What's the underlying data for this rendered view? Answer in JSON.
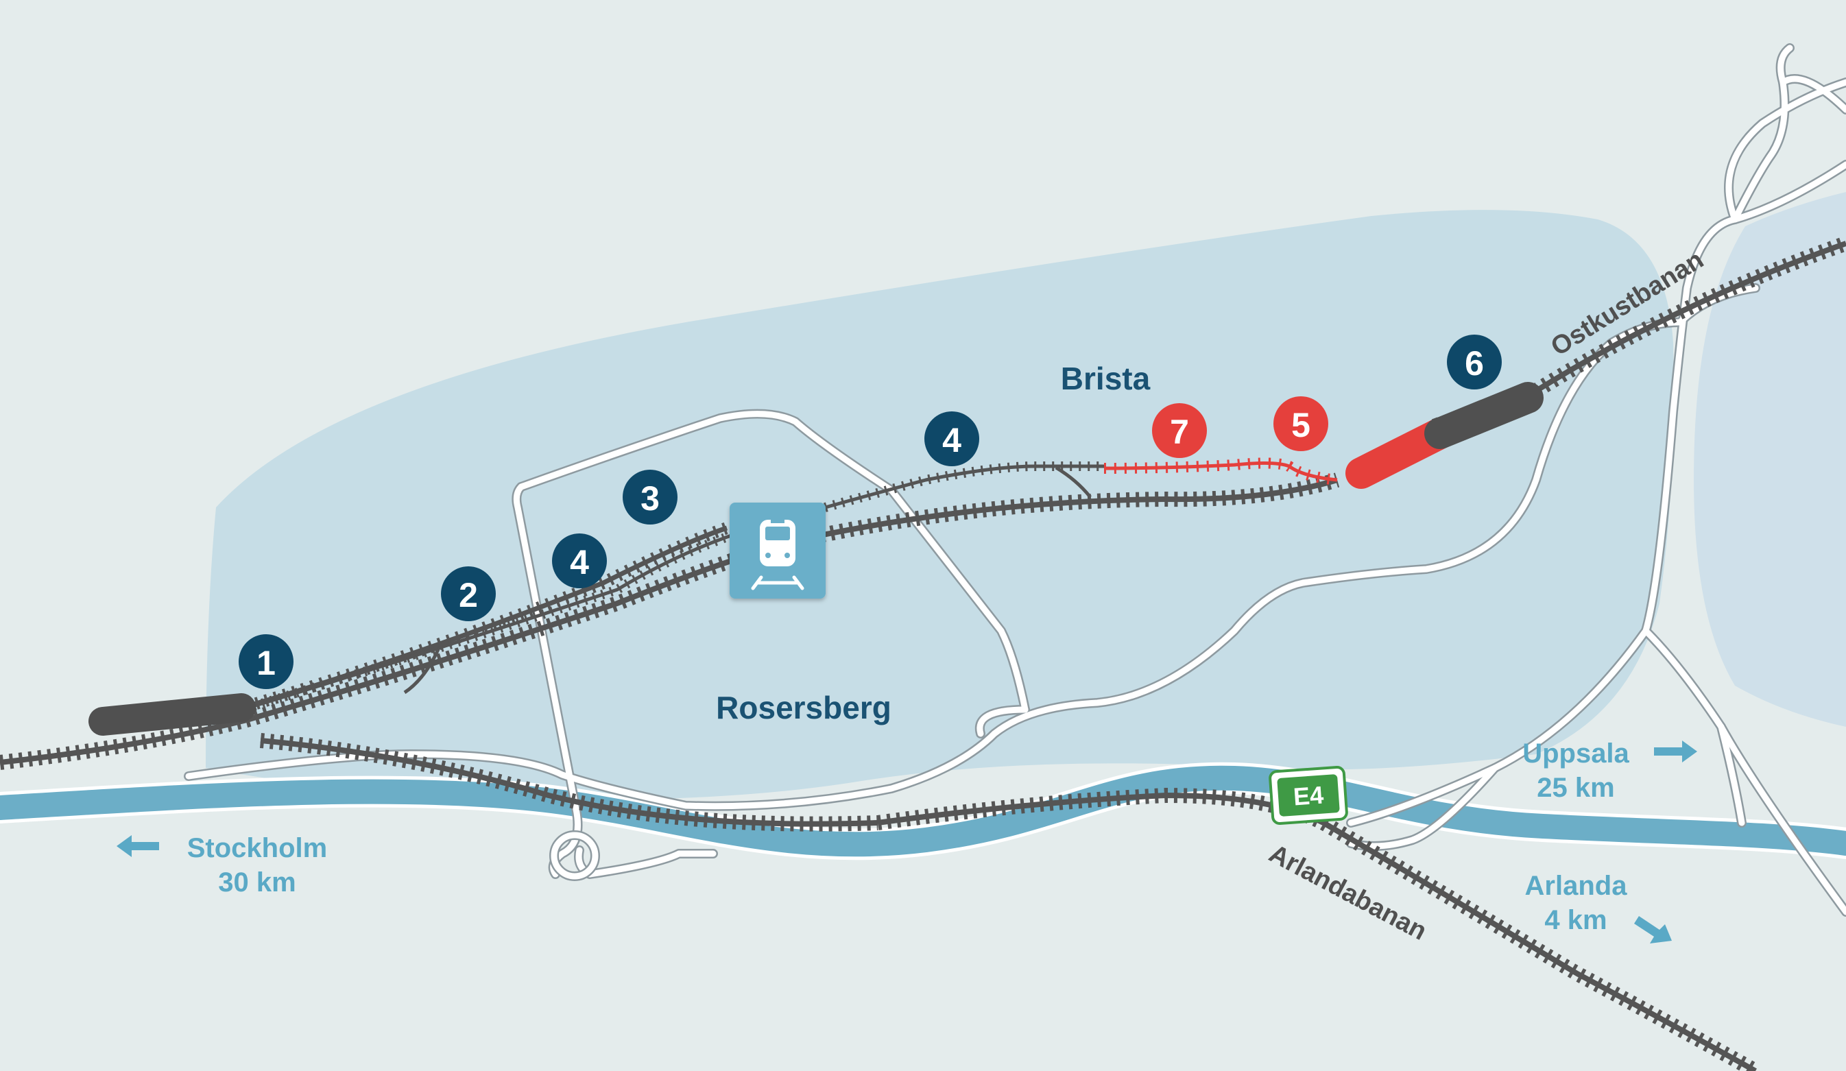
{
  "colors": {
    "background": "#e4ecec",
    "area": "#c6dde6",
    "river": "#6caec7",
    "rail": "#555555",
    "road": "#ffffff",
    "marker_blue": "#0e4868",
    "marker_red": "#e5403c",
    "station": "#6aafc9",
    "e4_green": "#3f9a45",
    "label_dark": "#1a5273",
    "label_light": "#5aa9c6"
  },
  "places": {
    "brista": "Brista",
    "rosersberg": "Rosersberg"
  },
  "destinations": {
    "stockholm_name": "Stockholm",
    "stockholm_dist": "30 km",
    "uppsala_name": "Uppsala",
    "uppsala_dist": "25 km",
    "arlanda_name": "Arlanda",
    "arlanda_dist": "4 km"
  },
  "railways": {
    "ostkustbanan": "Ostkustbanan",
    "arlandabanan": "Arlandabanan"
  },
  "road_badge": "E4",
  "markers": [
    {
      "label": "1",
      "color": "blue"
    },
    {
      "label": "2",
      "color": "blue"
    },
    {
      "label": "3",
      "color": "blue"
    },
    {
      "label": "4",
      "color": "blue"
    },
    {
      "label": "4",
      "color": "blue"
    },
    {
      "label": "5",
      "color": "red"
    },
    {
      "label": "6",
      "color": "blue"
    },
    {
      "label": "7",
      "color": "red"
    }
  ],
  "icons": {
    "station": "train-station-icon",
    "arrow_west": "arrow-left-icon",
    "arrow_east": "arrow-right-icon",
    "arrow_southeast": "arrow-down-right-icon"
  }
}
